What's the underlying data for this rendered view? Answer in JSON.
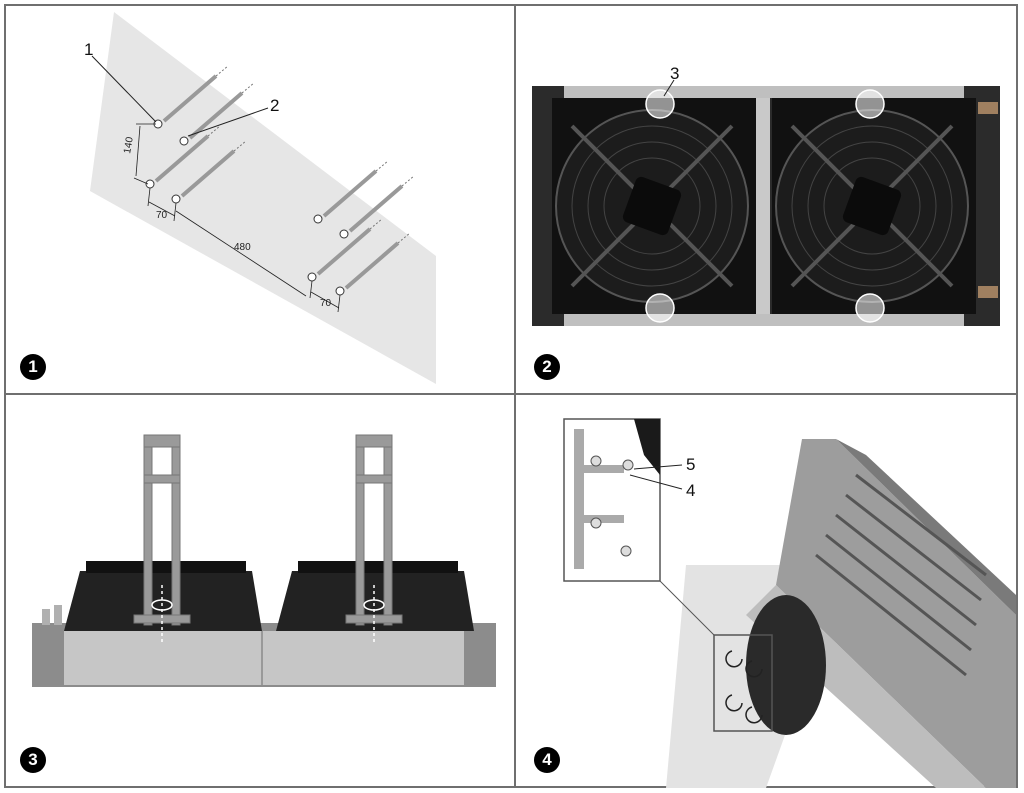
{
  "panels": [
    {
      "number": "1",
      "callouts": [
        "1",
        "2"
      ],
      "dimensions": [
        "140",
        "70",
        "480",
        "70"
      ]
    },
    {
      "number": "2",
      "callouts": [
        "3"
      ]
    },
    {
      "number": "3"
    },
    {
      "number": "4",
      "callouts": [
        "5",
        "4"
      ]
    }
  ],
  "colors": {
    "frame": "#6f6f6f",
    "wall": "#e3e3e3",
    "metal": "#b8b8b8",
    "dark": "#1e1e1e"
  }
}
